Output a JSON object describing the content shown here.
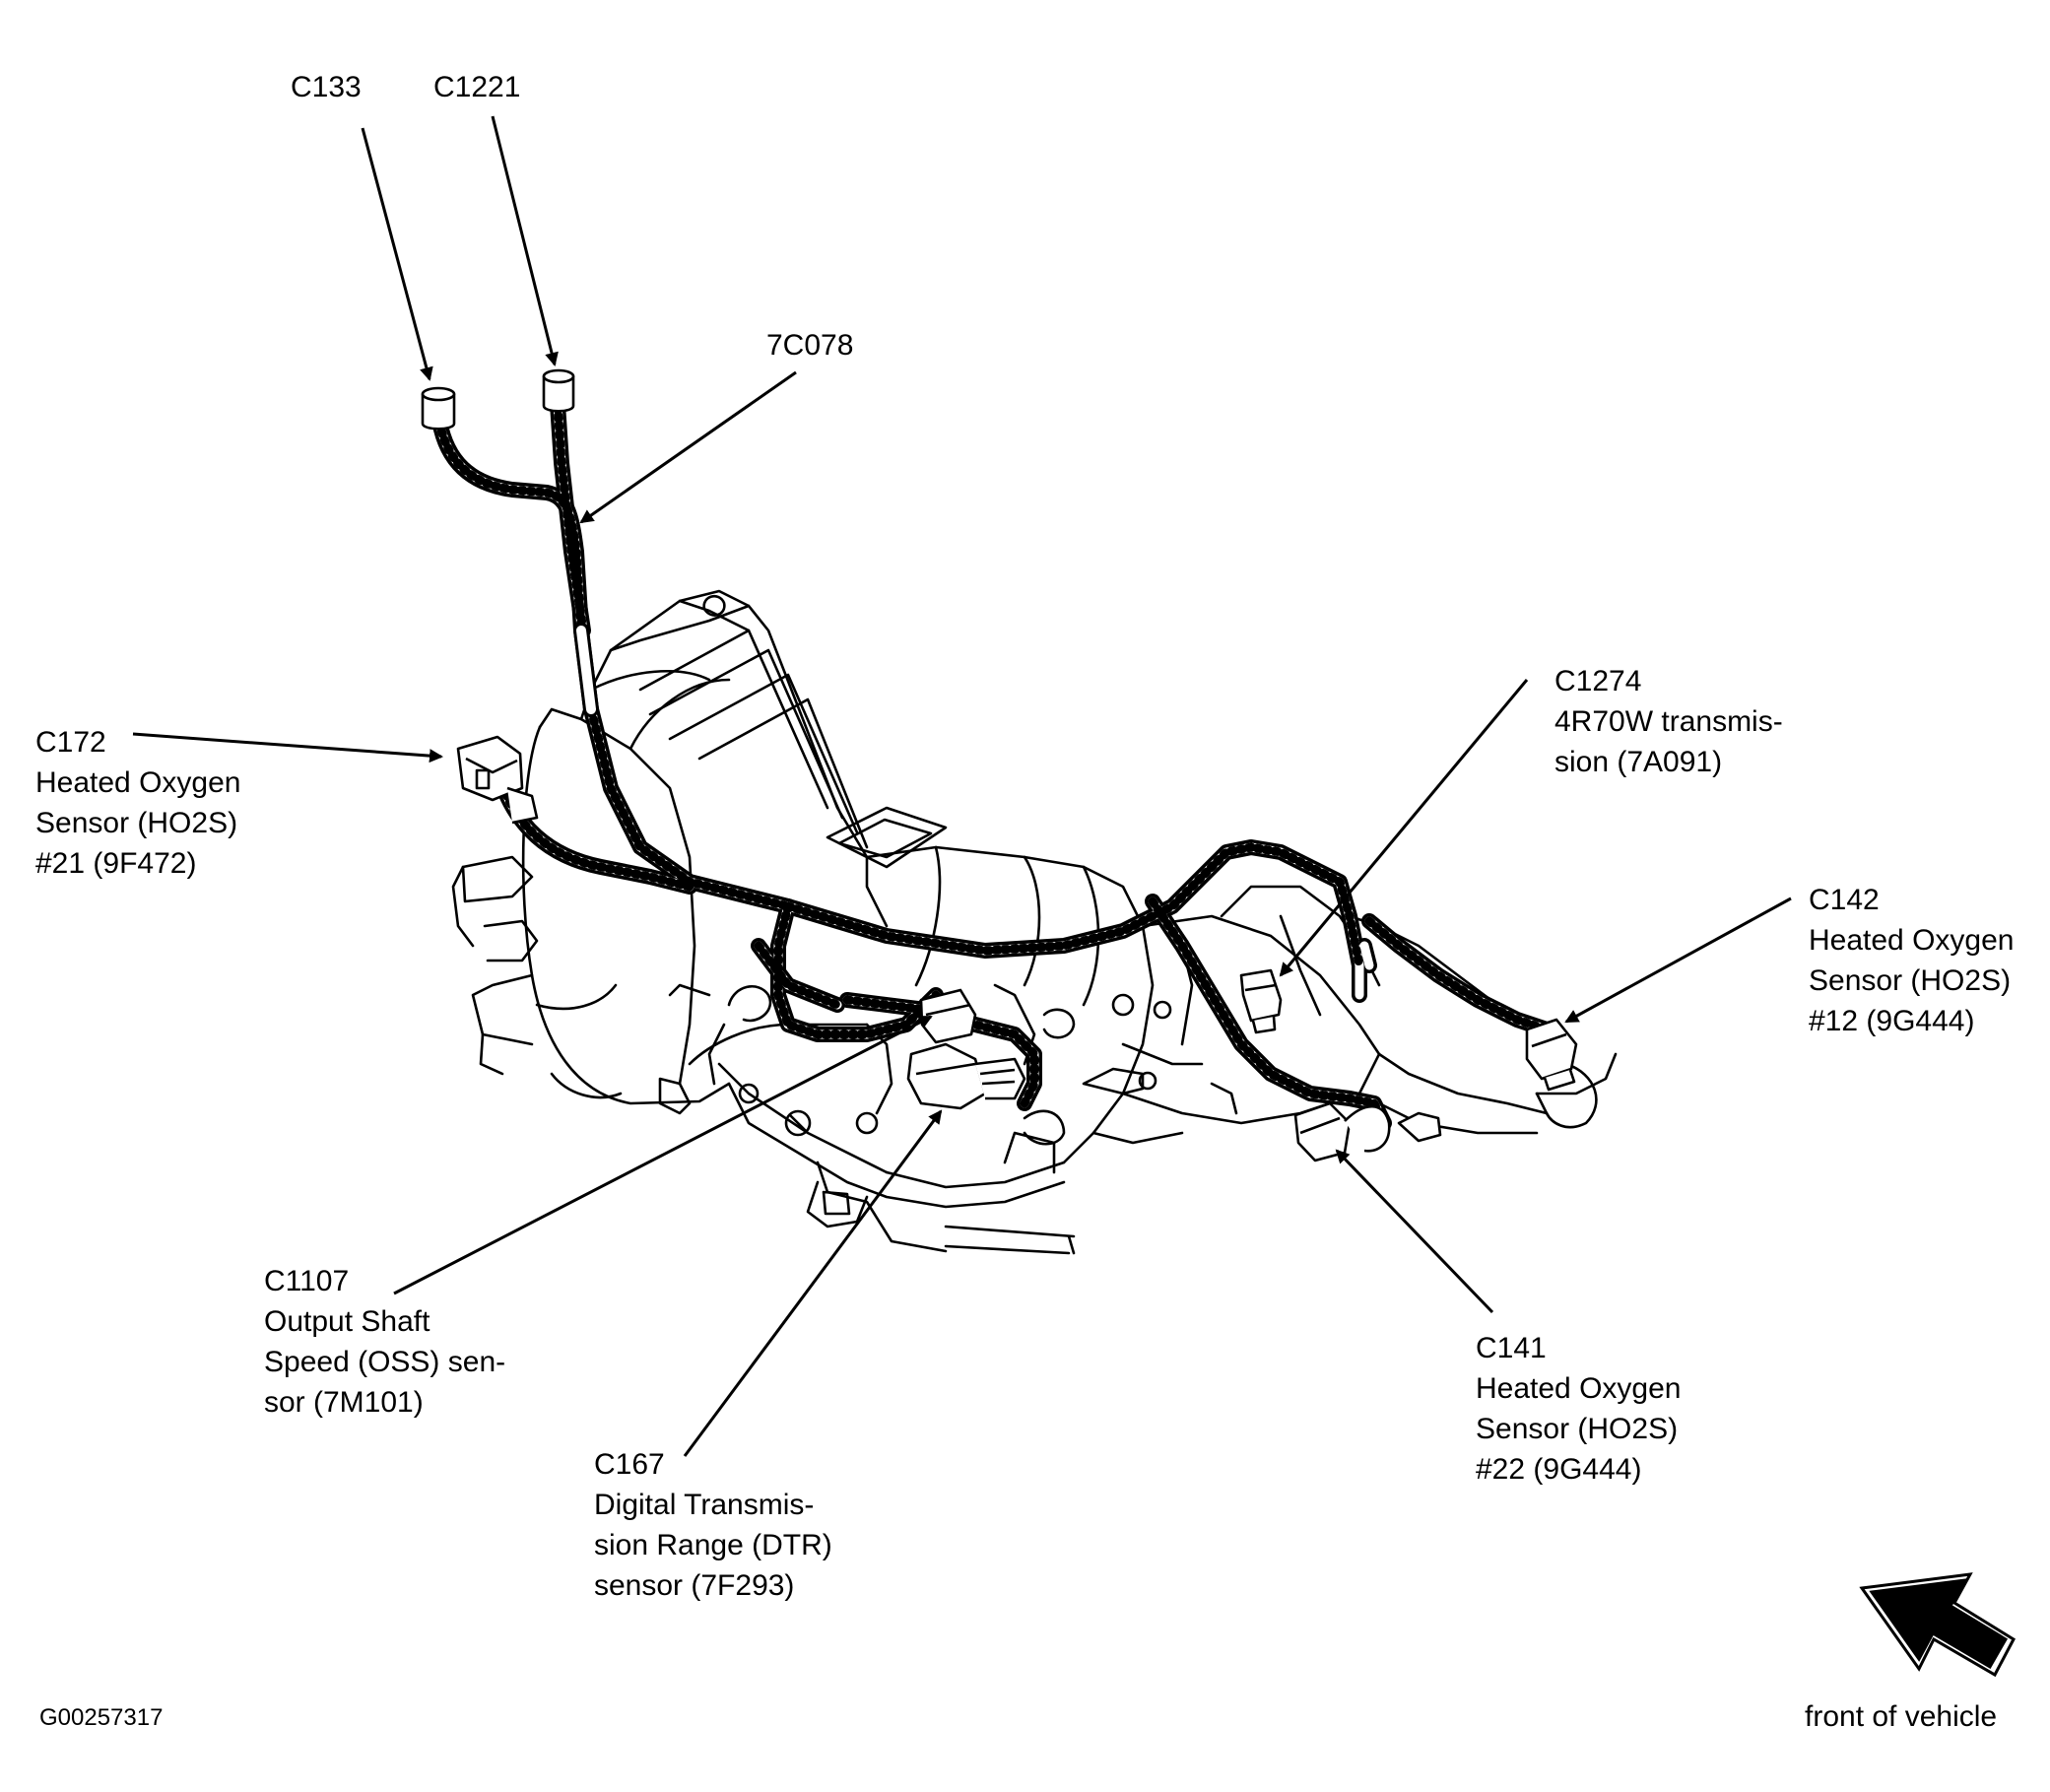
{
  "callouts": {
    "c133": {
      "id": "C133"
    },
    "c1221": {
      "id": "C1221"
    },
    "harness": {
      "id": "7C078"
    },
    "c172": {
      "id": "C172",
      "lines": [
        "Heated Oxygen",
        "Sensor (HO2S)",
        "#21 (9F472)"
      ]
    },
    "c1274": {
      "id": "C1274",
      "lines": [
        "4R70W transmis-",
        "sion (7A091)"
      ]
    },
    "c142": {
      "id": "C142",
      "lines": [
        "Heated Oxygen",
        "Sensor (HO2S)",
        "#12 (9G444)"
      ]
    },
    "c1107": {
      "id": "C1107",
      "lines": [
        "Output Shaft",
        "Speed (OSS) sen-",
        "sor (7M101)"
      ]
    },
    "c141": {
      "id": "C141",
      "lines": [
        "Heated Oxygen",
        "Sensor (HO2S)",
        "#22 (9G444)"
      ]
    },
    "c167": {
      "id": "C167",
      "lines": [
        "Digital Transmis-",
        "sion Range (DTR)",
        "sensor (7F293)"
      ]
    }
  },
  "figure_code": "G00257317",
  "direction_label": "front of vehicle"
}
